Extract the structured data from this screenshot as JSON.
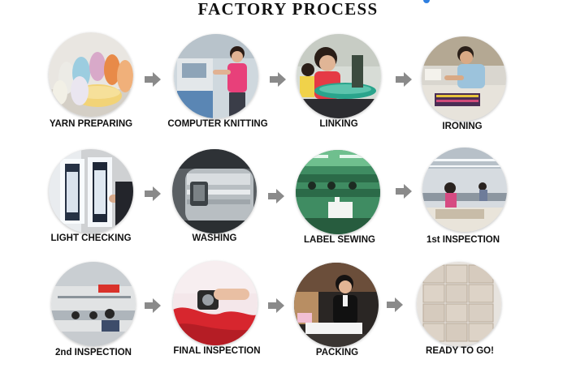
{
  "title": "FACTORY PROCESS",
  "steps": [
    {
      "label": "YARN PREPARING",
      "icon": "yarn-cones-photo"
    },
    {
      "label": "COMPUTER KNITTING",
      "icon": "knitting-machine-photo"
    },
    {
      "label": "LINKING",
      "icon": "linking-workers-photo"
    },
    {
      "label": "IRONING",
      "icon": "ironing-worker-photo"
    },
    {
      "label": "LIGHT CHECKING",
      "icon": "light-table-photo"
    },
    {
      "label": "WASHING",
      "icon": "washing-machine-photo"
    },
    {
      "label": "LABEL SEWING",
      "icon": "sewing-room-photo"
    },
    {
      "label": "1st INSPECTION",
      "icon": "inspection-hall-photo"
    },
    {
      "label": "2nd INSPECTION",
      "icon": "inspection-floor-photo"
    },
    {
      "label": "FINAL INSPECTION",
      "icon": "magnifier-on-fabric-photo"
    },
    {
      "label": "PACKING",
      "icon": "packing-worker-photo"
    },
    {
      "label": "READY TO GO!",
      "icon": "carton-stack-photo"
    }
  ],
  "colors": {
    "arrow": "#8a8a8a",
    "accent_dot": "#2f7fe0"
  }
}
